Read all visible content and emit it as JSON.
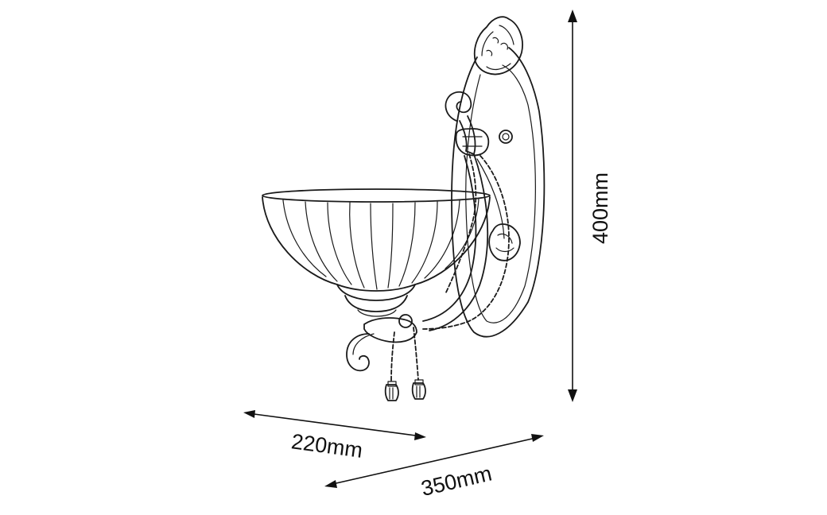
{
  "dimensions": {
    "height": "400mm",
    "depth": "220mm",
    "width": "350mm"
  },
  "colors": {
    "line": "#1a1a1a",
    "background": "#ffffff"
  }
}
